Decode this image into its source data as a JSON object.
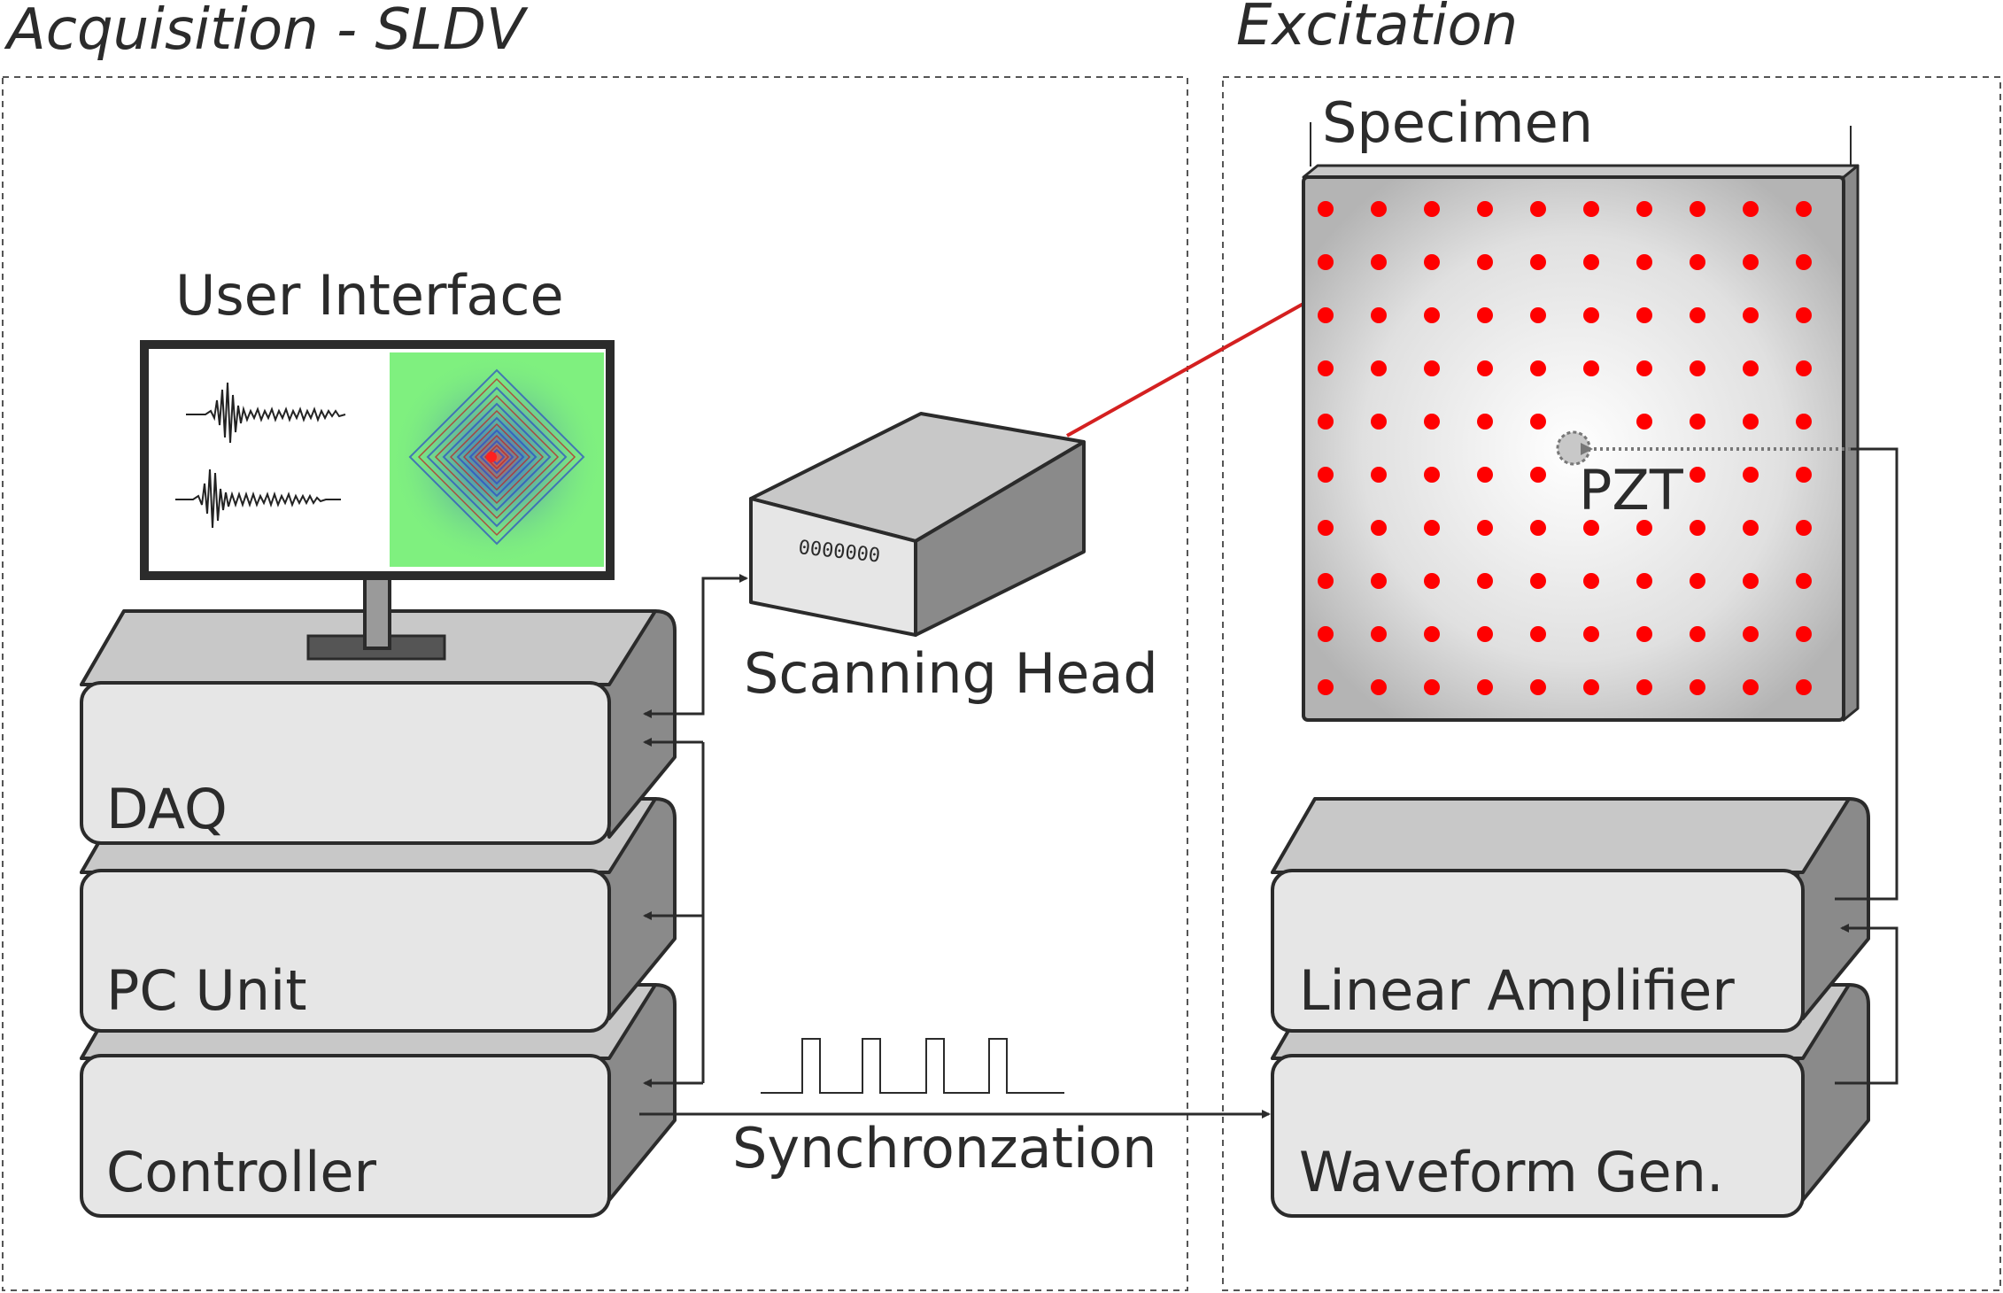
{
  "sections": {
    "acquisition_title": "Acquisition - SLDV",
    "excitation_title": "Excitation"
  },
  "labels": {
    "user_interface": "User Interface",
    "scanning_head": "Scanning Head",
    "specimen": "Specimen",
    "pzt": "PZT",
    "daq": "DAQ",
    "pc_unit": "PC Unit",
    "controller": "Controller",
    "linear_amplifier": "Linear Amplifier",
    "waveform_gen": "Waveform Gen.",
    "synchronization": "Synchronzation",
    "scanning_head_display": "0000000"
  },
  "scan_grid": {
    "rows": 10,
    "cols": 10
  },
  "colors": {
    "scan_point": "#ff0000",
    "laser_beam": "#d42020",
    "box_face": "#e6e6e6",
    "box_top": "#c8c8c8",
    "box_side": "#8a8a8a",
    "wavefield_bg": "#7ff07f",
    "outline": "#2b2b2b"
  }
}
